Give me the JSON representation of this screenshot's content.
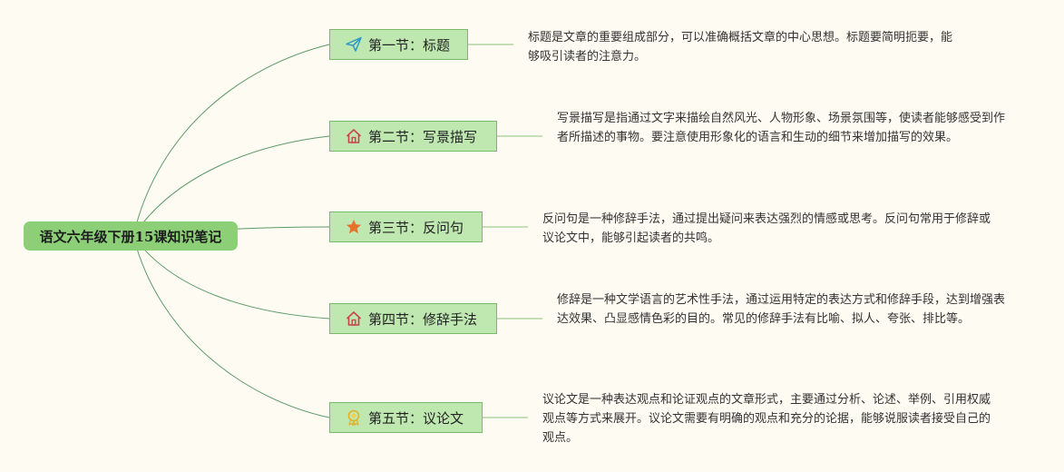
{
  "root": {
    "title": "语文六年级下册15课知识笔记"
  },
  "sections": [
    {
      "label": "第一节：标题",
      "icon": "paper-plane-icon",
      "description": "标题是文章的重要组成部分，可以准确概括文章的中心思想。标题要简明扼要，能够吸引读者的注意力。"
    },
    {
      "label": "第二节：写景描写",
      "icon": "house-icon",
      "description": "写景描写是指通过文字来描绘自然风光、人物形象、场景氛围等，使读者能够感受到作者所描述的事物。要注意使用形象化的语言和生动的细节来增加描写的效果。"
    },
    {
      "label": "第三节：反问句",
      "icon": "star-icon",
      "description": "反问句是一种修辞手法，通过提出疑问来表达强烈的情感或思考。反问句常用于修辞或议论文中，能够引起读者的共鸣。"
    },
    {
      "label": "第四节：修辞手法",
      "icon": "house-icon",
      "description": "修辞是一种文学语言的艺术性手法，通过运用特定的表达方式和修辞手段，达到增强表达效果、凸显感情色彩的目的。常见的修辞手法有比喻、拟人、夸张、排比等。"
    },
    {
      "label": "第五节：议论文",
      "icon": "award-ribbon-icon",
      "description": "议论文是一种表达观点和论证观点的文章形式，主要通过分析、论述、举例、引用权威观点等方式来展开。议论文需要有明确的观点和充分的论据，能够说服读者接受自己的观点。"
    }
  ]
}
